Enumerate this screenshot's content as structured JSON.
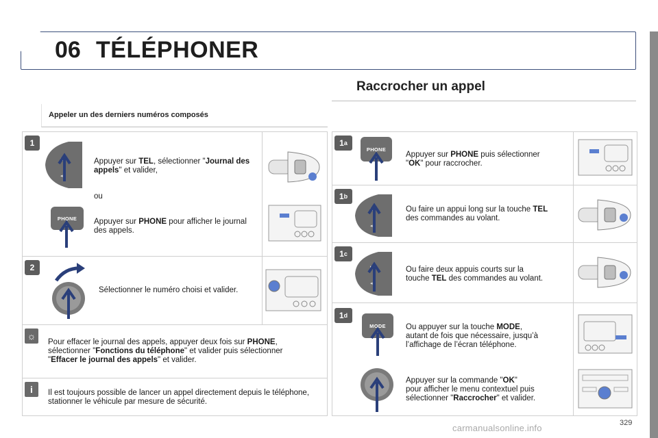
{
  "header": {
    "chapter_number": "06",
    "chapter_title": "TÉLÉPHONER"
  },
  "right_section": {
    "title": "Raccrocher un appel"
  },
  "left_section": {
    "subtitle": "Appeler un des derniers numéros composés",
    "step1": {
      "badge": "1",
      "line_a_1": "Appuyer sur ",
      "line_a_tel": "TEL",
      "line_a_2": ", sélectionner \"",
      "line_a_journal": "Journal des appels",
      "line_a_3": "\" et valider,",
      "or": "ou",
      "line_b_1": "Appuyer sur ",
      "line_b_phone": "PHONE",
      "line_b_2": " pour afficher le journal des appels.",
      "phone_btn": "PHONE"
    },
    "step2": {
      "badge": "2",
      "text": "Sélectionner le numéro choisi et valider."
    },
    "tip": {
      "p1": "Pour effacer le journal des appels, appuyer deux fois sur ",
      "phone": "PHONE",
      "p2": ",",
      "p3": "sélectionner \"",
      "fonctions": "Fonctions du téléphone",
      "p4": "\" et valider puis sélectionner",
      "p5": "\"",
      "effacer": "Effacer le journal des appels",
      "p6": "\" et valider."
    },
    "info": {
      "text": "Il est toujours possible de lancer un appel directement depuis le téléphone, stationner le véhicule par mesure de sécurité."
    }
  },
  "right_steps": {
    "s1a": {
      "badge_num": "1",
      "badge_sub": "a",
      "t1": "Appuyer sur ",
      "phone": "PHONE",
      "t2": " puis sélectionner",
      "t3": "\"",
      "ok": "OK",
      "t4": "\" pour raccrocher.",
      "btn": "PHONE"
    },
    "s1b": {
      "badge_num": "1",
      "badge_sub": "b",
      "t1": "Ou faire un appui long sur la touche ",
      "tel": "TEL",
      "t2": "des commandes au volant."
    },
    "s1c": {
      "badge_num": "1",
      "badge_sub": "c",
      "t1": "Ou faire deux appuis courts sur la",
      "t2": "touche ",
      "tel": "TEL",
      "t3": " des commandes au volant."
    },
    "s1d": {
      "badge_num": "1",
      "badge_sub": "d",
      "t1": "Ou appuyer sur la touche ",
      "mode": "MODE",
      "t2": ",",
      "t3": "autant de fois que nécessaire, jusqu’à",
      "t4": "l’affichage de l’écran téléphone.",
      "btn": "MODE",
      "u1": "Appuyer sur la commande \"",
      "ok": "OK",
      "u2": "\"",
      "u3": "pour afficher le menu contextuel puis",
      "u4": "sélectionner \"",
      "raccrocher": "Raccrocher",
      "u5": "\" et valider."
    }
  },
  "footer": {
    "page_number": "329",
    "watermark": "carmanualsonline.info"
  },
  "colors": {
    "frame": "#3b4e7a",
    "badge": "#5d5d5d",
    "arrow": "#2a3f7a"
  }
}
